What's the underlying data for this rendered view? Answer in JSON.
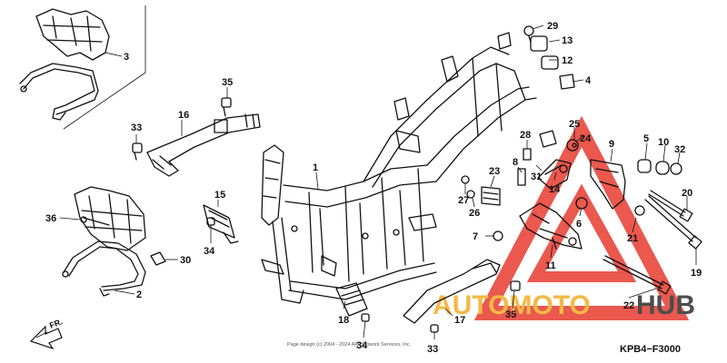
{
  "diagram": {
    "code": "KPB4−F3000",
    "copyright": "Page design (c) 2004 - 2024 ARI Network Services, Inc.",
    "direction_label": "FR.",
    "watermark": {
      "part1": "AUTOMOTO",
      "part2": "HUB",
      "color_triangle": "#e8473b",
      "color_text1": "#f2b233",
      "color_text2": "#3a3a3a"
    },
    "callouts": [
      {
        "id": "c1",
        "label": "1"
      },
      {
        "id": "c2",
        "label": "2"
      },
      {
        "id": "c3",
        "label": "3"
      },
      {
        "id": "c4",
        "label": "4"
      },
      {
        "id": "c5",
        "label": "5"
      },
      {
        "id": "c6",
        "label": "6"
      },
      {
        "id": "c7",
        "label": "7"
      },
      {
        "id": "c8",
        "label": "8"
      },
      {
        "id": "c9",
        "label": "9"
      },
      {
        "id": "c10",
        "label": "10"
      },
      {
        "id": "c11",
        "label": "11"
      },
      {
        "id": "c12",
        "label": "12"
      },
      {
        "id": "c13",
        "label": "13"
      },
      {
        "id": "c14",
        "label": "14"
      },
      {
        "id": "c15",
        "label": "15"
      },
      {
        "id": "c16",
        "label": "16"
      },
      {
        "id": "c17",
        "label": "17"
      },
      {
        "id": "c18",
        "label": "18"
      },
      {
        "id": "c19",
        "label": "19"
      },
      {
        "id": "c20",
        "label": "20"
      },
      {
        "id": "c21",
        "label": "21"
      },
      {
        "id": "c22",
        "label": "22"
      },
      {
        "id": "c23",
        "label": "23"
      },
      {
        "id": "c24",
        "label": "24"
      },
      {
        "id": "c25",
        "label": "25"
      },
      {
        "id": "c26",
        "label": "26"
      },
      {
        "id": "c27",
        "label": "27"
      },
      {
        "id": "c28",
        "label": "28"
      },
      {
        "id": "c29",
        "label": "29"
      },
      {
        "id": "c30",
        "label": "30"
      },
      {
        "id": "c31",
        "label": "31"
      },
      {
        "id": "c32",
        "label": "32"
      },
      {
        "id": "c33a",
        "label": "33"
      },
      {
        "id": "c33b",
        "label": "33"
      },
      {
        "id": "c34a",
        "label": "34"
      },
      {
        "id": "c34b",
        "label": "34"
      },
      {
        "id": "c35a",
        "label": "35"
      },
      {
        "id": "c35b",
        "label": "35"
      },
      {
        "id": "c36",
        "label": "36"
      }
    ]
  }
}
